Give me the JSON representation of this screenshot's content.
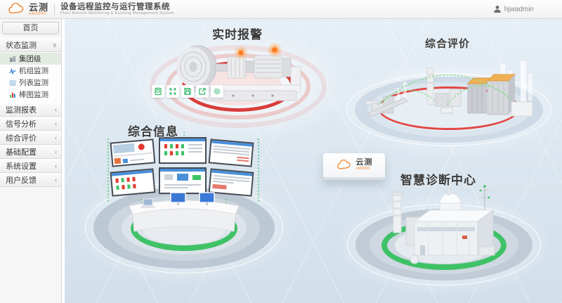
{
  "header": {
    "brand": "云测",
    "brand_model": "eM3000",
    "title": "设备远程监控与运行管理系统",
    "subtitle": "Plant Remote Monitoring & Running Management System",
    "username": "hjwadmin"
  },
  "tabs": {
    "home": "首页"
  },
  "sidebar": {
    "status_section": {
      "label": "状态监测"
    },
    "submenu": [
      {
        "label": "集团级",
        "icon": "group-level-icon",
        "selected": true
      },
      {
        "label": "机组监测",
        "icon": "unit-monitor-icon",
        "selected": false
      },
      {
        "label": "列表监测",
        "icon": "list-monitor-icon",
        "selected": false
      },
      {
        "label": "棒图监测",
        "icon": "bar-monitor-icon",
        "selected": false
      }
    ],
    "sections": [
      {
        "label": "监测报表"
      },
      {
        "label": "信号分析"
      },
      {
        "label": "综合评价"
      },
      {
        "label": "基础配置"
      },
      {
        "label": "系统设置"
      },
      {
        "label": "用户反馈"
      }
    ]
  },
  "scene": {
    "zones": {
      "alarm": {
        "label": "实时报警",
        "ring_color": "#d51c18"
      },
      "evaluation": {
        "label": "综合评价",
        "ring_color": "#de2a26"
      },
      "info": {
        "label": "综合信息",
        "ring_color": "#3fc267"
      },
      "diagnosis": {
        "label": "智慧诊断中心",
        "ring_color": "#3fc267"
      }
    },
    "badge": {
      "brand": "云测",
      "model": "eM3000"
    },
    "toolbar_icons": [
      "screen-icon",
      "expand-icon",
      "save-icon",
      "export-icon",
      "gear-icon"
    ]
  },
  "icons": {
    "chevron_down": "∨",
    "chevron_left": "‹"
  },
  "colors": {
    "alarm_red": "#d51c18",
    "ok_green": "#3fc267",
    "brand_orange": "#ef8d3d",
    "main_bg_top": "#e7eff6",
    "main_bg_bottom": "#d2dfea"
  }
}
